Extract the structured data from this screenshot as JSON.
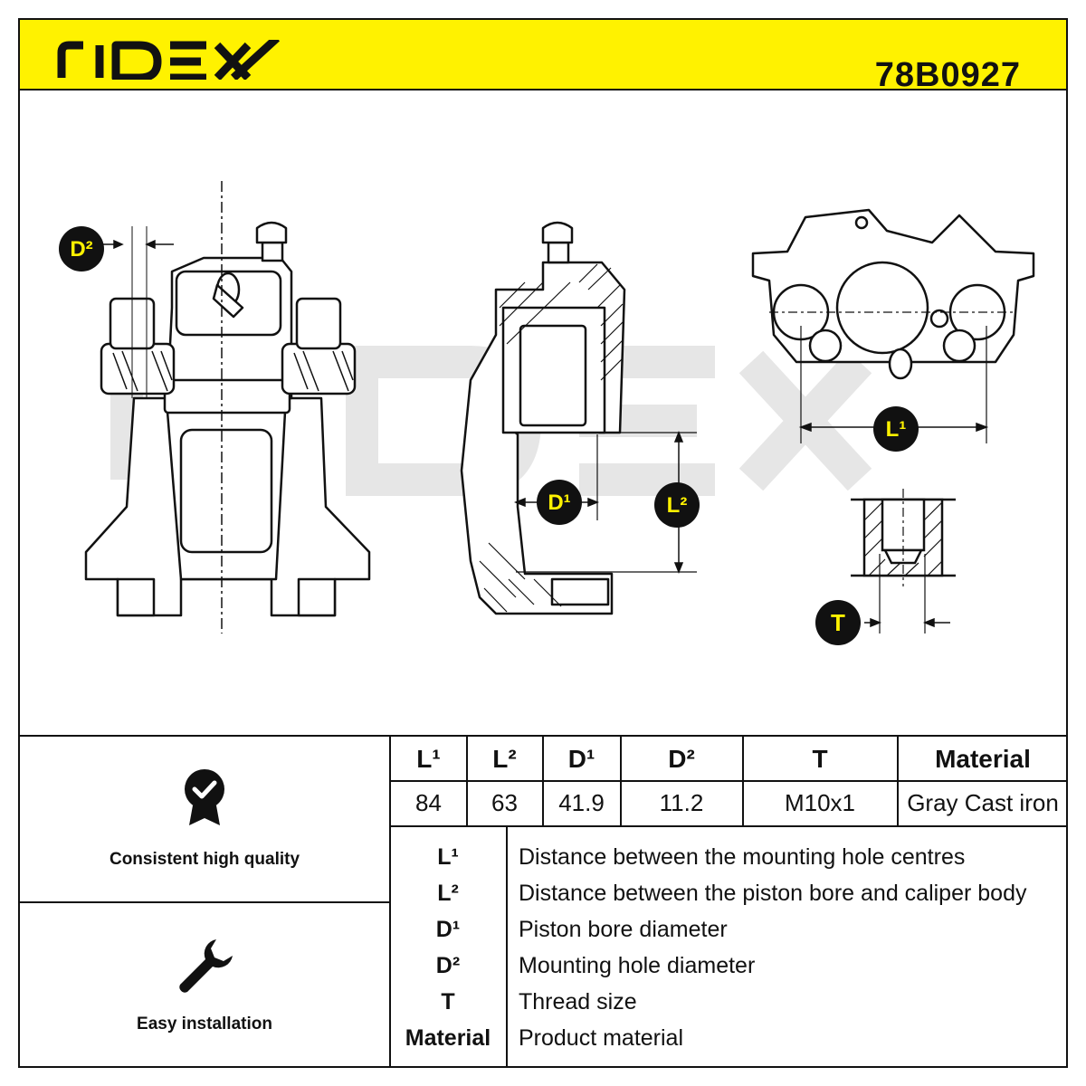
{
  "header": {
    "brand": "RIDEX",
    "part_number": "78B0927",
    "background_color": "#fff200"
  },
  "diagram": {
    "watermark": "RIDEX",
    "labels": {
      "d2": "D²",
      "d1": "D¹",
      "l1": "L¹",
      "l2": "L²",
      "t": "T"
    }
  },
  "features": [
    {
      "icon": "quality-badge-icon",
      "label": "Consistent high quality"
    },
    {
      "icon": "wrench-icon",
      "label": "Easy installation"
    }
  ],
  "specs": {
    "headers": [
      "L¹",
      "L²",
      "D¹",
      "D²",
      "T",
      "Material"
    ],
    "values": [
      "84",
      "63",
      "41.9",
      "11.2",
      "M10x1",
      "Gray Cast iron"
    ]
  },
  "legend": [
    {
      "key": "L¹",
      "desc": "Distance between the mounting hole centres"
    },
    {
      "key": "L²",
      "desc": "Distance between the piston bore and caliper body"
    },
    {
      "key": "D¹",
      "desc": "Piston bore diameter"
    },
    {
      "key": "D²",
      "desc": "Mounting hole diameter"
    },
    {
      "key": "T",
      "desc": "Thread size"
    },
    {
      "key": "Material",
      "desc": "Product material"
    }
  ]
}
